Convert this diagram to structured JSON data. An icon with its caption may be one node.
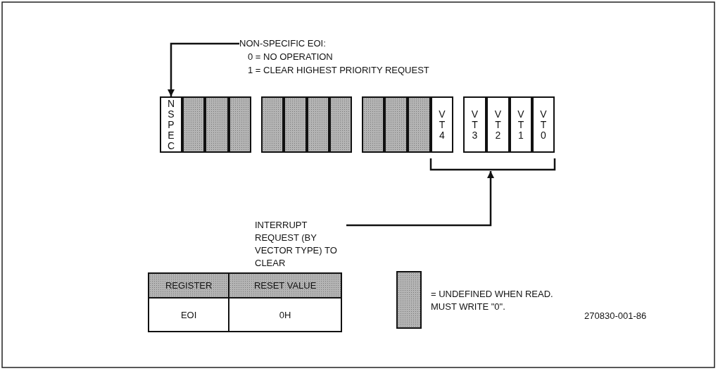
{
  "diagram": {
    "nodes": [
      {
        "text": [
          "NON-SPECIFIC EOI:",
          "0 = NO OPERATION",
          "1 = CLEAR HIGHEST PRIORITY REQUEST"
        ]
      },
      {
        "text": [
          "NSPEC"
        ]
      },
      {
        "text": [],
        "shape": "box"
      },
      {
        "text": [],
        "shape": "box"
      },
      {
        "text": [],
        "shape": "box"
      },
      {
        "text": [],
        "shape": "box"
      },
      {
        "text": [],
        "shape": "box"
      },
      {
        "text": [],
        "shape": "box"
      },
      {
        "text": [],
        "shape": "box"
      },
      {
        "text": [],
        "shape": "box"
      },
      {
        "text": [],
        "shape": "box"
      },
      {
        "text": [],
        "shape": "box"
      },
      {
        "text": [
          "VT4"
        ]
      },
      {
        "text": [
          "VT3"
        ]
      },
      {
        "text": [
          "VT2"
        ]
      },
      {
        "text": [
          "VT1"
        ]
      },
      {
        "text": [
          "VT0"
        ]
      },
      {
        "text": [],
        "shape": "bracket"
      },
      {
        "text": [
          "INTERRUPT REQUEST (BY VECTOR TYPE) TO CLEAR"
        ]
      }
    ],
    "edges": [
      {
        "from": 0,
        "to": 1,
        "arrow": "to"
      },
      {
        "from": 18,
        "to": 17,
        "arrow": "to"
      }
    ],
    "labels": [
      "REGISTER",
      "RESET VALUE",
      "EOI",
      "0H",
      "270830-001-86"
    ],
    "legend": [
      {
        "text": "= UNDEFINED WHEN READ. MUST WRITE \"0\"."
      }
    ]
  }
}
